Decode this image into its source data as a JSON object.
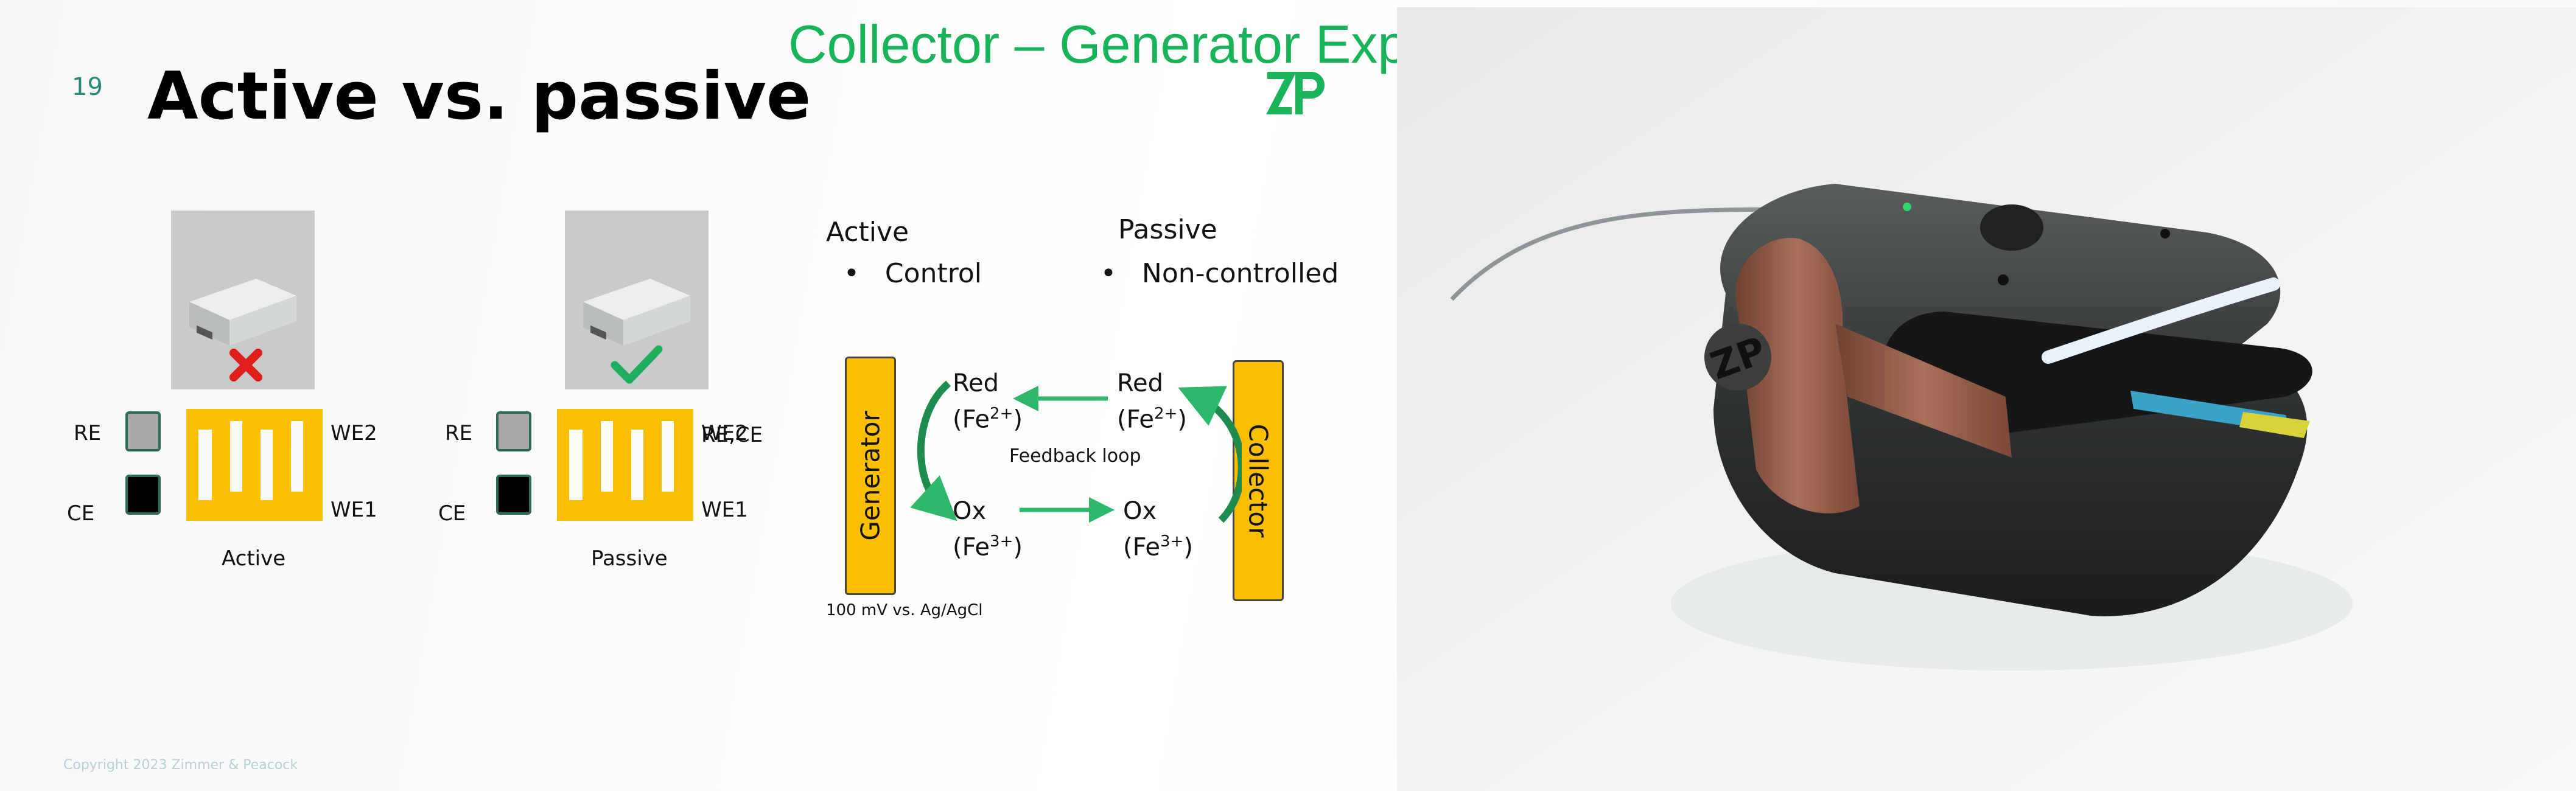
{
  "header": {
    "title": "Collector – Generator Experiments in Electrochemistry",
    "logo_text": "ZP"
  },
  "slide": {
    "number": "19",
    "title": "Active vs. passive"
  },
  "footer": {
    "copyright": "Copyright 2023 Zimmer & Peacock"
  },
  "panels": [
    {
      "caption": "Active",
      "status_icon": "cross-icon",
      "status_color": "#e0201e",
      "labels": {
        "re": "RE",
        "ce": "CE",
        "we2": "WE2",
        "we1": "WE1"
      }
    },
    {
      "caption": "Passive",
      "status_icon": "check-icon",
      "status_color": "#1fae5e",
      "labels": {
        "re": "RE",
        "ce": "CE",
        "we2": "WE2",
        "we2_overlap": "RE,CE",
        "we1": "WE1"
      }
    }
  ],
  "bullets": {
    "active": {
      "heading": "Active",
      "item": "Control"
    },
    "passive": {
      "heading": "Passive",
      "item": "Non-controlled"
    }
  },
  "diagram": {
    "generator": "Generator",
    "collector": "Collector",
    "red_left": {
      "line1": "Red",
      "line2": "(Fe",
      "charge": "2+",
      "close": ")"
    },
    "red_right": {
      "line1": "Red",
      "line2": "(Fe",
      "charge": "2+",
      "close": ")"
    },
    "ox_left": {
      "line1": "Ox",
      "line2": "(Fe",
      "charge": "3+",
      "close": ")"
    },
    "ox_right": {
      "line1": "Ox",
      "line2": "(Fe",
      "charge": "3+",
      "close": ")"
    },
    "feedback": "Feedback loop",
    "note": "100 mV vs. Ag/AgCl"
  },
  "colors": {
    "accent": "#19b35a",
    "electrode": "#fcbf00",
    "arrow": "#2db86b"
  }
}
